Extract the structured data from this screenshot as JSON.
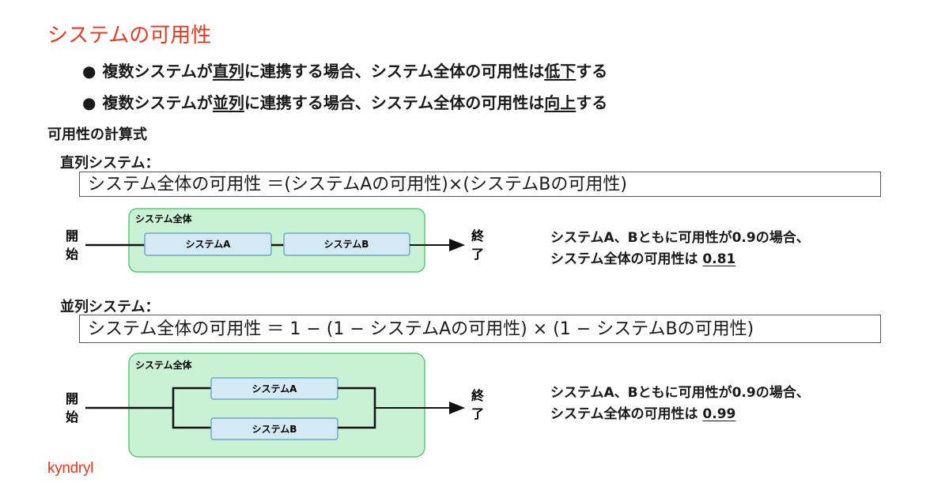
{
  "title": "システムの可用性",
  "bullets": [
    {
      "pre": "複数システムが",
      "kw1": "直列",
      "mid": "に連携する場合、システム全体の可用性は",
      "kw2": "低下",
      "post": "する"
    },
    {
      "pre": "複数システムが",
      "kw1": "並列",
      "mid": "に連携する場合、システム全体の可用性は",
      "kw2": "向上",
      "post": "する"
    }
  ],
  "section_heading": "可用性の計算式",
  "series_block": {
    "label": "直列システム：",
    "formula": "システム全体の可用性 ＝(システムAの可用性)×(システムBの可用性)",
    "container_label": "システム全体",
    "box_a": "システムA",
    "box_b": "システムB",
    "start": [
      "開",
      "始"
    ],
    "end": [
      "終",
      "了"
    ],
    "result_line1": "システムA、Bともに可用性が0.9の場合、",
    "result_line2_prefix": "システム全体の可用性は ",
    "result_value": "0.81"
  },
  "parallel_block": {
    "label": "並列システム：",
    "formula": "システム全体の可用性 ＝ 1 − (1 − システムAの可用性) × (1 − システムBの可用性)",
    "container_label": "システム全体",
    "box_a": "システムA",
    "box_b": "システムB",
    "start": [
      "開",
      "始"
    ],
    "end": [
      "終",
      "了"
    ],
    "result_line1": "システムA、Bともに可用性が0.9の場合、",
    "result_line2_prefix": "システム全体の可用性は ",
    "result_value": "0.99"
  },
  "logo": "kyndryl",
  "colors": {
    "accent": "#e8391d",
    "container_fill": "#c9f1d4",
    "container_stroke": "#5cc97d",
    "box_fill": "#d3e9f4",
    "box_stroke": "#6fa9c6"
  }
}
